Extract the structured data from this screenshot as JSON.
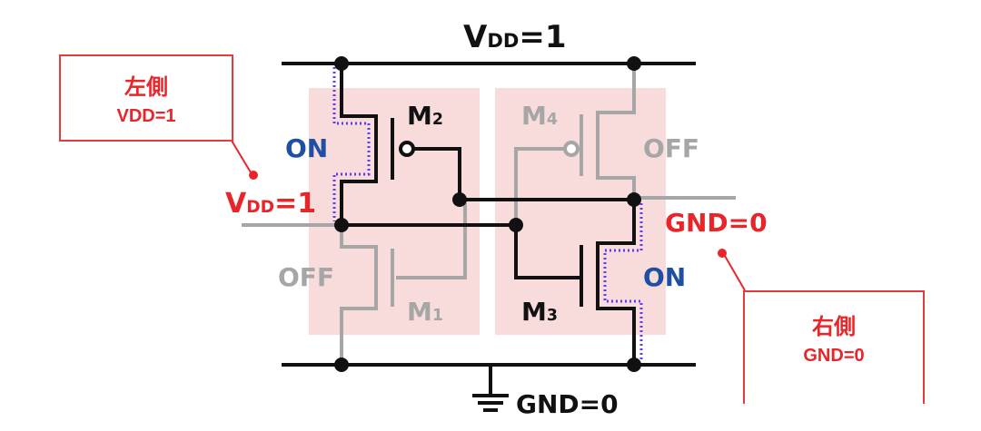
{
  "top_rail": {
    "name": "V",
    "sub": "DD",
    "value": "=1"
  },
  "bottom_rail": {
    "label": "GND=0"
  },
  "input_label": {
    "name": "V",
    "sub": "DD",
    "value": "=1"
  },
  "output_label": {
    "text": "GND=0"
  },
  "transistors": {
    "m2": {
      "name": "M",
      "sub": "2"
    },
    "m4": {
      "name": "M",
      "sub": "4"
    },
    "m1": {
      "name": "M",
      "sub": "1"
    },
    "m3": {
      "name": "M",
      "sub": "3"
    }
  },
  "states": {
    "m2": "ON",
    "m4": "OFF",
    "m1": "OFF",
    "m3": "ON"
  },
  "callouts": {
    "left": {
      "title": "左側",
      "value": "VDD=1"
    },
    "right": {
      "title": "右側",
      "value": "GND=0"
    }
  },
  "colors": {
    "wire_active": "#111111",
    "wire_inactive": "#a6a6a6",
    "region_fill": "#f8dcdc",
    "current_path": "#5b3cf0",
    "accent_red": "#e8262a",
    "state_on": "#1f4fa3"
  }
}
